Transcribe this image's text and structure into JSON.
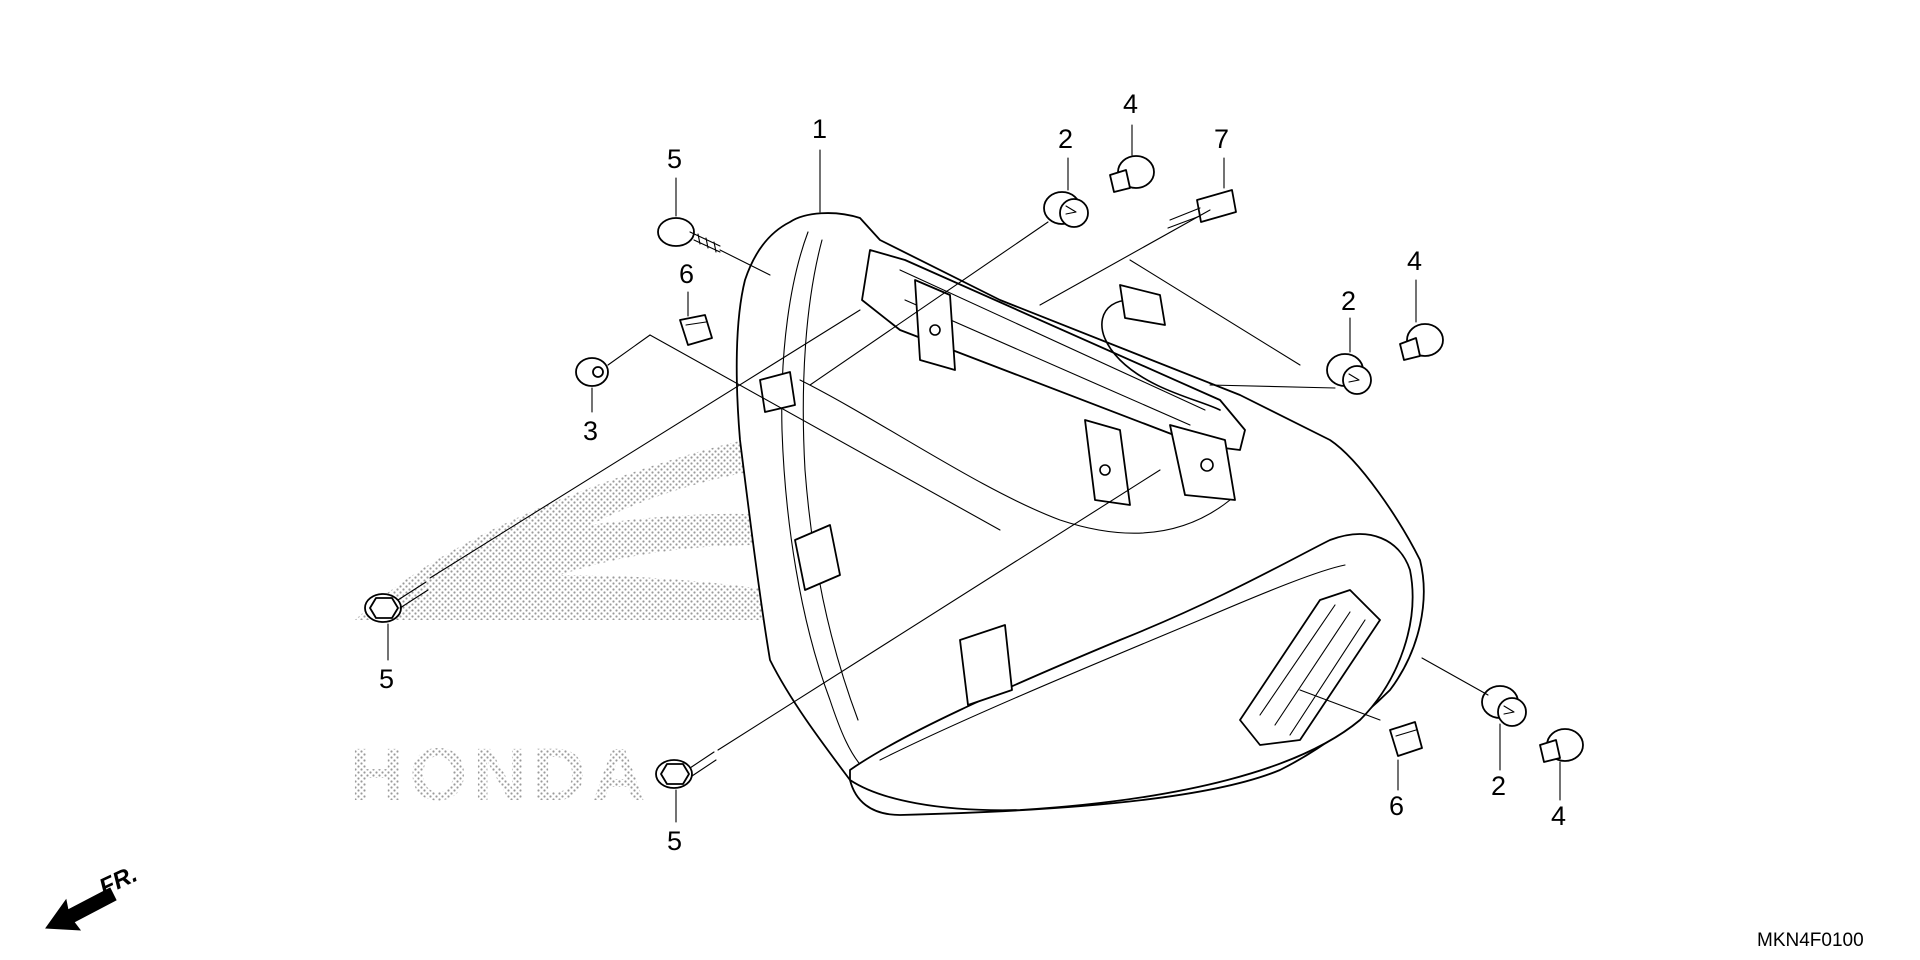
{
  "diagram": {
    "diagram_code": "MKN4F0100",
    "direction_label": "FR.",
    "watermark_text": "HONDA",
    "colors": {
      "line": "#000000",
      "background": "#ffffff",
      "watermark": "#9a9a9a"
    },
    "callouts": {
      "c1": "1",
      "c2_top": "2",
      "c2_right": "2",
      "c2_bottom": "2",
      "c3": "3",
      "c4_top": "4",
      "c4_right": "4",
      "c4_bottom": "4",
      "c5_top": "5",
      "c5_left": "5",
      "c5_bottom": "5",
      "c6_left": "6",
      "c6_bottom": "6",
      "c7": "7"
    }
  }
}
